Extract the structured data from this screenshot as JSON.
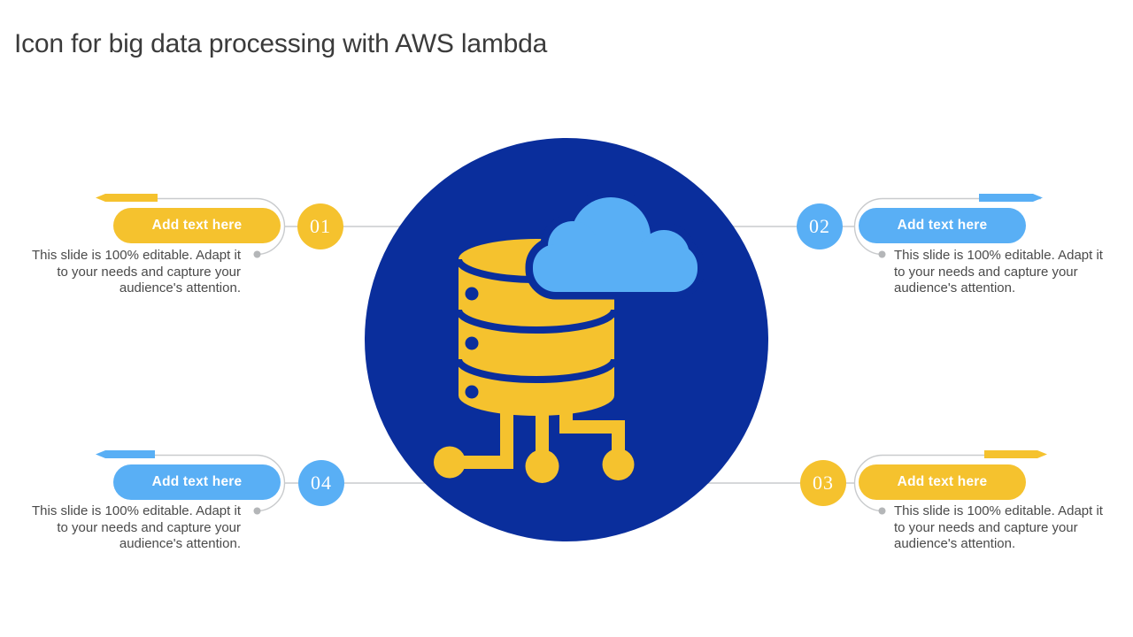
{
  "slide": {
    "title": "Icon for big data processing with AWS lambda",
    "background": "#FFFFFF"
  },
  "colors": {
    "navy_circle": "#0A2E9C",
    "accent_yellow": "#F5C22E",
    "accent_blue": "#59AFF5",
    "connector_gray": "#C9CBCD",
    "end_dot_gray": "#B4B6B8",
    "title_text": "#3B3B3B",
    "body_text": "#4A4A4A",
    "button_text": "#FFFFFF"
  },
  "center_graphic": {
    "shape": "filled-circle",
    "icon": "database-with-cloud-and-circuit-nodes",
    "circle_fill": "#0A2E9C",
    "database_color": "#F5C22E",
    "cloud_color": "#59AFF5"
  },
  "callouts": [
    {
      "number": "01",
      "position": "top-left",
      "accent": "#F5C22E",
      "button_label": "Add text here",
      "desc_lines": [
        "This slide is 100% editable. Adapt it",
        "to your needs and capture your",
        "audience's attention."
      ]
    },
    {
      "number": "02",
      "position": "top-right",
      "accent": "#59AFF5",
      "button_label": "Add text here",
      "desc_lines": [
        "This slide is 100% editable. Adapt it",
        "to your needs and capture your",
        "audience's attention."
      ]
    },
    {
      "number": "03",
      "position": "bottom-right",
      "accent": "#F5C22E",
      "button_label": "Add text here",
      "desc_lines": [
        "This slide is 100% editable. Adapt it",
        "to your needs and capture your",
        "audience's attention."
      ]
    },
    {
      "number": "04",
      "position": "bottom-left",
      "accent": "#59AFF5",
      "button_label": "Add text here",
      "desc_lines": [
        "This slide is 100% editable. Adapt it",
        "to your needs and capture your",
        "audience's attention."
      ]
    }
  ]
}
